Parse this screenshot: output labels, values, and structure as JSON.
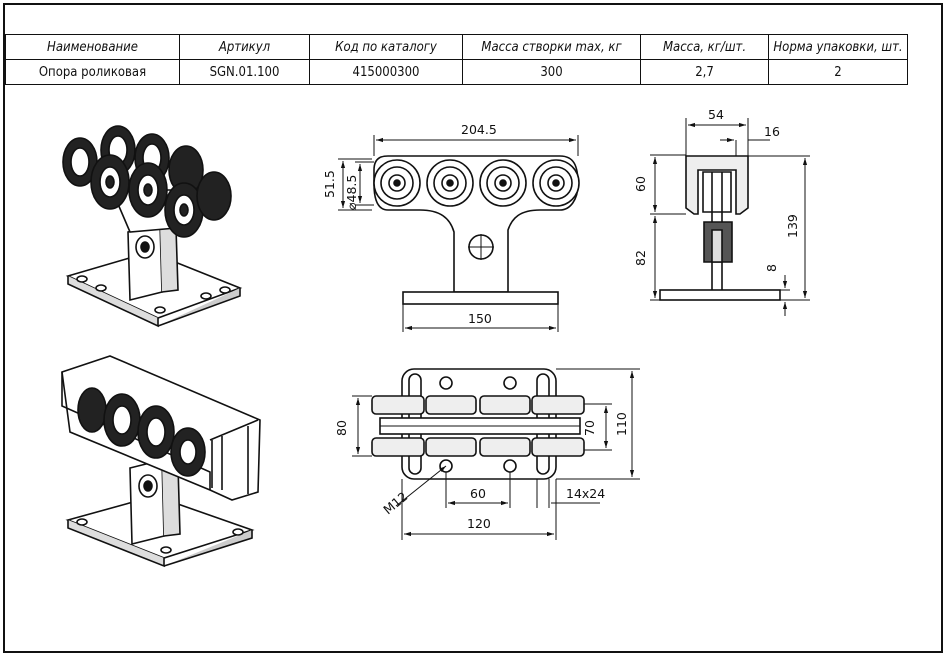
{
  "table": {
    "headers": [
      "Наименование",
      "Артикул",
      "Код по каталогу",
      "Масса створки max, кг",
      "Масса, кг/шт.",
      "Норма упаковки, шт."
    ],
    "values": [
      "Опора роликовая",
      "SGN.01.100",
      "415000300",
      "300",
      "2,7",
      "2"
    ]
  },
  "front_view": {
    "width_top": "204.5",
    "height_left": "51.5",
    "diameter": "⌀48.5",
    "base_width": "150"
  },
  "side_view": {
    "top_width": "54",
    "thickness": "16",
    "upper_height": "60",
    "lower_height": "82",
    "total_height": "139",
    "plate": "8"
  },
  "plan_view": {
    "width_left": "80",
    "inner_width": "70",
    "total_width": "110",
    "thread": "M12",
    "hole_spacing": "60",
    "slot": "14x24",
    "base_length": "120"
  }
}
